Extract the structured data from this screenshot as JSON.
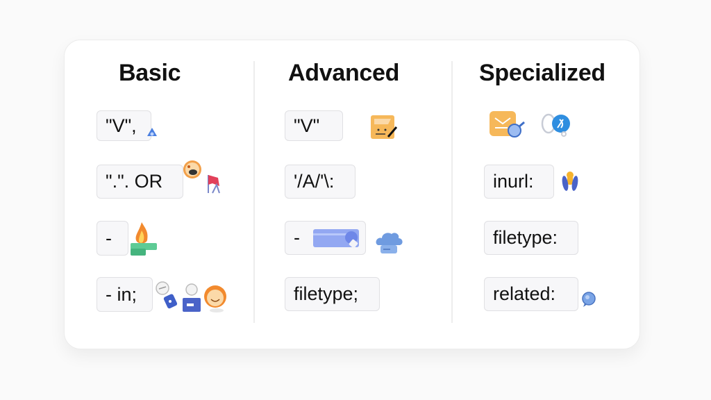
{
  "columns": [
    {
      "title": "Basic",
      "items": [
        {
          "label": "\"V\",",
          "icon": "blue-triangle-icon"
        },
        {
          "label": "\".\". OR",
          "icon": "dog-face-icon, red-flag-icon"
        },
        {
          "label": "-",
          "icon": "fire-icon"
        },
        {
          "label": "- in;",
          "icon": "badge-icons, smiling-face-icon"
        }
      ]
    },
    {
      "title": "Advanced",
      "items": [
        {
          "label": "\"V\"",
          "icon": "note-edit-icon"
        },
        {
          "label": "'/A/'\\:",
          "icon": ""
        },
        {
          "label": "-",
          "icon": "blue-bar-icon, cloud-icon"
        },
        {
          "label": "filetype;",
          "icon": ""
        }
      ]
    },
    {
      "title": "Specialized",
      "items": [
        {
          "label": "",
          "icon": "mail-search-icon, chat-link-icon"
        },
        {
          "label": "inurl:",
          "icon": "rocket-icon"
        },
        {
          "label": "filetype:",
          "icon": ""
        },
        {
          "label": "related:",
          "icon": "speech-bubble-icon"
        }
      ]
    }
  ],
  "colors": {
    "background": "#fafafa",
    "card": "#ffffff",
    "pill_bg": "#f7f7f9",
    "pill_border": "#e0e0e3",
    "text": "#111111"
  }
}
